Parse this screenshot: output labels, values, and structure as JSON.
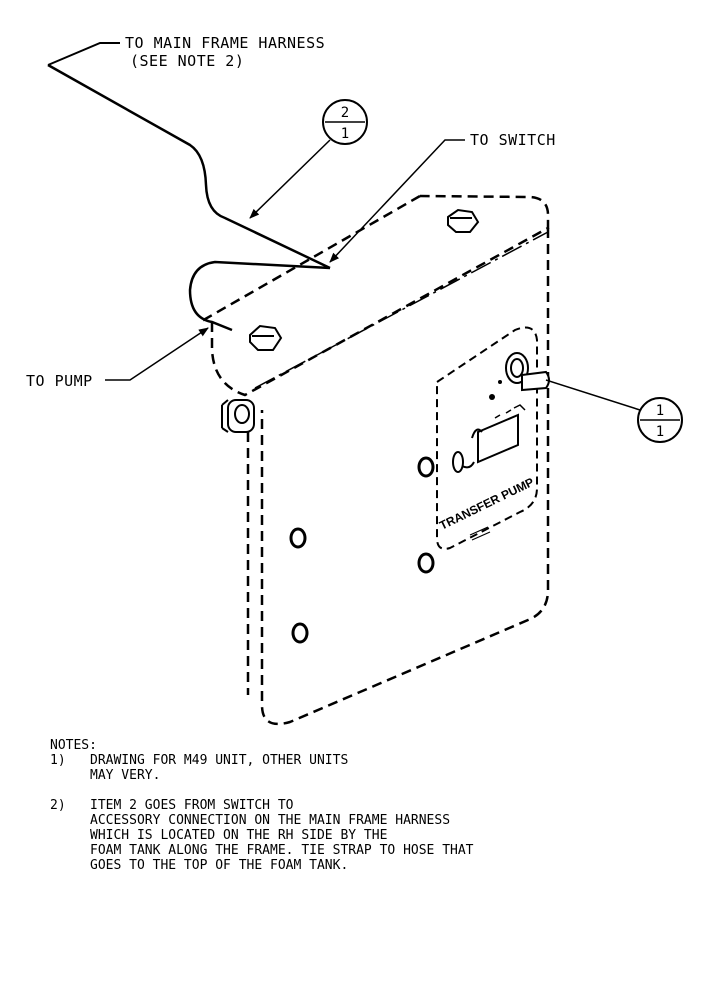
{
  "callouts": {
    "main_harness_line1": "TO MAIN FRAME HARNESS",
    "main_harness_line2": "(SEE NOTE 2)",
    "to_switch": "TO SWITCH",
    "to_pump": "TO PUMP"
  },
  "balloons": [
    {
      "item": "2",
      "qty": "1"
    },
    {
      "item": "1",
      "qty": "1"
    }
  ],
  "plate_label": "TRANSFER PUMP",
  "notes": {
    "heading": "NOTES:",
    "items": [
      {
        "num": "1)",
        "text": "DRAWING FOR M49 UNIT, OTHER UNITS\nMAY VERY."
      },
      {
        "num": "2)",
        "text": "ITEM 2 GOES FROM SWITCH TO\nACCESSORY CONNECTION ON THE MAIN FRAME HARNESS\nWHICH IS LOCATED ON THE RH SIDE BY THE\nFOAM TANK ALONG THE FRAME.  TIE STRAP TO HOSE THAT\nGOES TO THE TOP OF THE FOAM TANK."
      }
    ]
  }
}
